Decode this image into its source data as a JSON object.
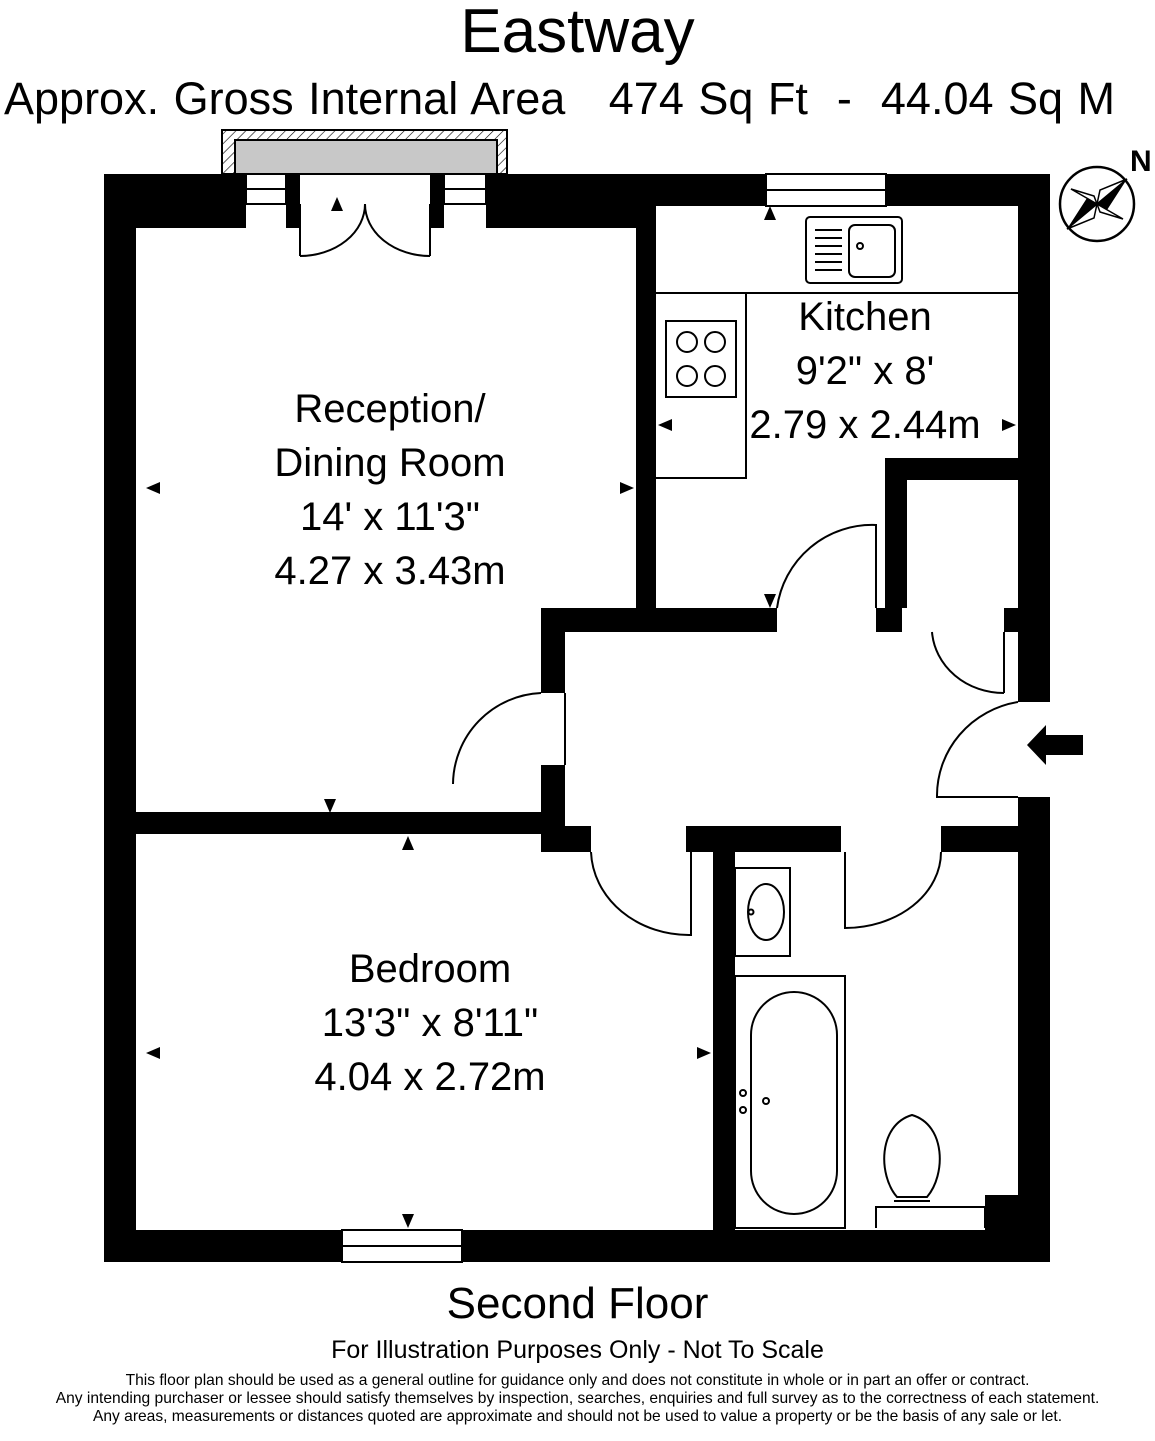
{
  "header": {
    "title": "Eastway",
    "area": "Approx. Gross Internal Area   474 Sq Ft  -  44.04 Sq M"
  },
  "rooms": {
    "reception": {
      "name_line1": "Reception/",
      "name_line2": "Dining Room",
      "imperial": "14' x 11'3\"",
      "metric": "4.27 x 3.43m"
    },
    "kitchen": {
      "name": "Kitchen",
      "imperial": "9'2\" x 8'",
      "metric": "2.79 x 2.44m"
    },
    "bedroom": {
      "name": "Bedroom",
      "imperial": "13'3\" x 8'11\"",
      "metric": "4.04 x 2.72m"
    }
  },
  "compass": {
    "label": "N",
    "icon": "compass-rose-icon"
  },
  "footer": {
    "floor": "Second Floor",
    "illustration": "For Illustration Purposes Only - Not To Scale",
    "disclaimer_1": "This floor plan should be used as a general outline for guidance only and does not constitute in whole or in part an offer or contract.",
    "disclaimer_2": "Any intending purchaser or lessee should satisfy themselves by inspection, searches, enquiries and full survey as to the correctness of each statement.",
    "disclaimer_3": "Any areas, measurements or distances quoted are approximate and should not be used to value a property or be the basis of any sale or let."
  },
  "colors": {
    "wall": "#000000",
    "balcony": "#c8c8c8",
    "background": "#ffffff"
  }
}
